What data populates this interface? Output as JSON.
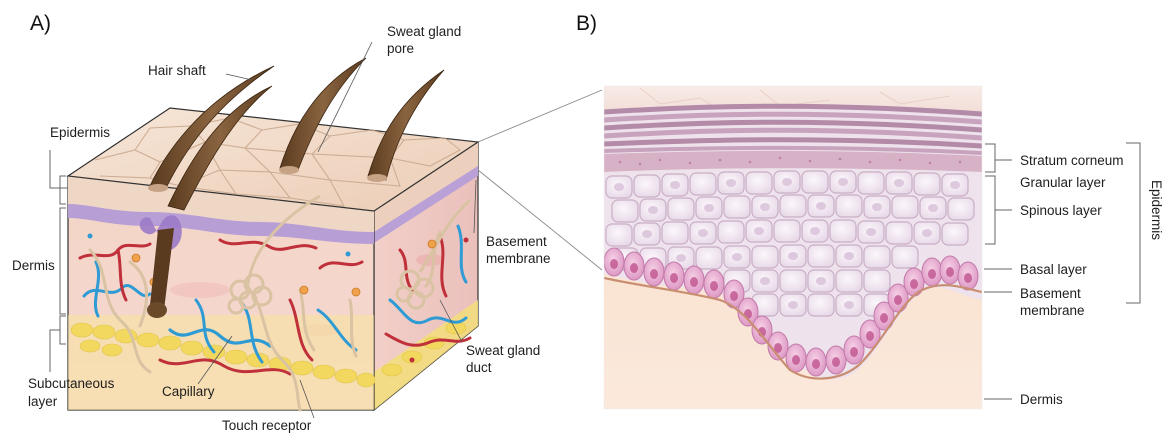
{
  "panels": {
    "a": "A)",
    "b": "B)"
  },
  "panel_a": {
    "labels": {
      "hair_shaft": "Hair shaft",
      "sweat_gland_pore_1": "Sweat gland",
      "sweat_gland_pore_2": "pore",
      "epidermis": "Epidermis",
      "dermis": "Dermis",
      "basement_membrane_1": "Basement",
      "basement_membrane_2": "membrane",
      "subcutaneous_1": "Subcutaneous",
      "subcutaneous_2": "layer",
      "capillary": "Capillary",
      "touch_receptor": "Touch receptor",
      "sweat_gland_duct_1": "Sweat gland",
      "sweat_gland_duct_2": "duct"
    }
  },
  "panel_b": {
    "labels": {
      "stratum_corneum": "Stratum corneum",
      "granular_layer": "Granular layer",
      "spinous_layer": "Spinous layer",
      "basal_layer": "Basal layer",
      "basement_membrane_1": "Basement",
      "basement_membrane_2": "membrane",
      "dermis": "Dermis",
      "epidermis_vertical": "Epidermis"
    }
  },
  "colors": {
    "skin_top": "#f3dccc",
    "dermis": "#f7d9d4",
    "basal_purple": "#b8a3d8",
    "capillary_blue": "#2f9bd4",
    "capillary_red": "#c0303a",
    "fat_yellow": "#f4e27a",
    "hair": "#6b4a2a",
    "spinous_cell": "#efe6ef",
    "basal_cell": "#e9a9cf",
    "dermis_b": "#f6d8bf"
  }
}
